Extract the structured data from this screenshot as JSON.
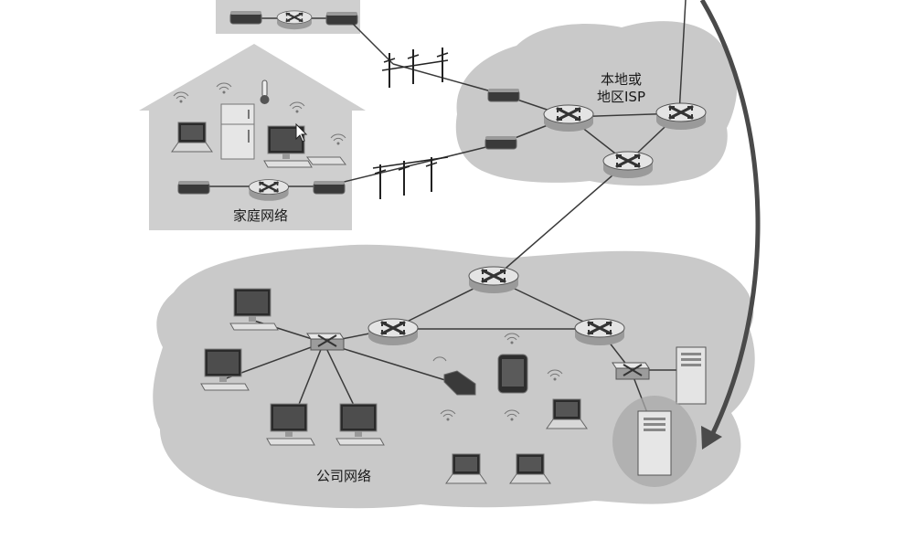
{
  "labels": {
    "home_network": "家庭网络",
    "isp_line1": "本地或",
    "isp_line2": "地区ISP",
    "corporate_network": "公司网络"
  },
  "colors": {
    "cloud_fill": "#c9c9c9",
    "house_fill": "#cfcfcf",
    "router_fill": "#e4e4e4",
    "line": "#3a3a3a",
    "arrow": "#4a4a4a"
  },
  "icons": [
    "router-icon",
    "switch-icon",
    "laptop-icon",
    "desktop-icon",
    "tablet-icon",
    "server-icon",
    "modem-icon",
    "access-point-icon",
    "refrigerator-icon",
    "thermometer-icon",
    "cell-tower-icon",
    "cursor-icon"
  ]
}
